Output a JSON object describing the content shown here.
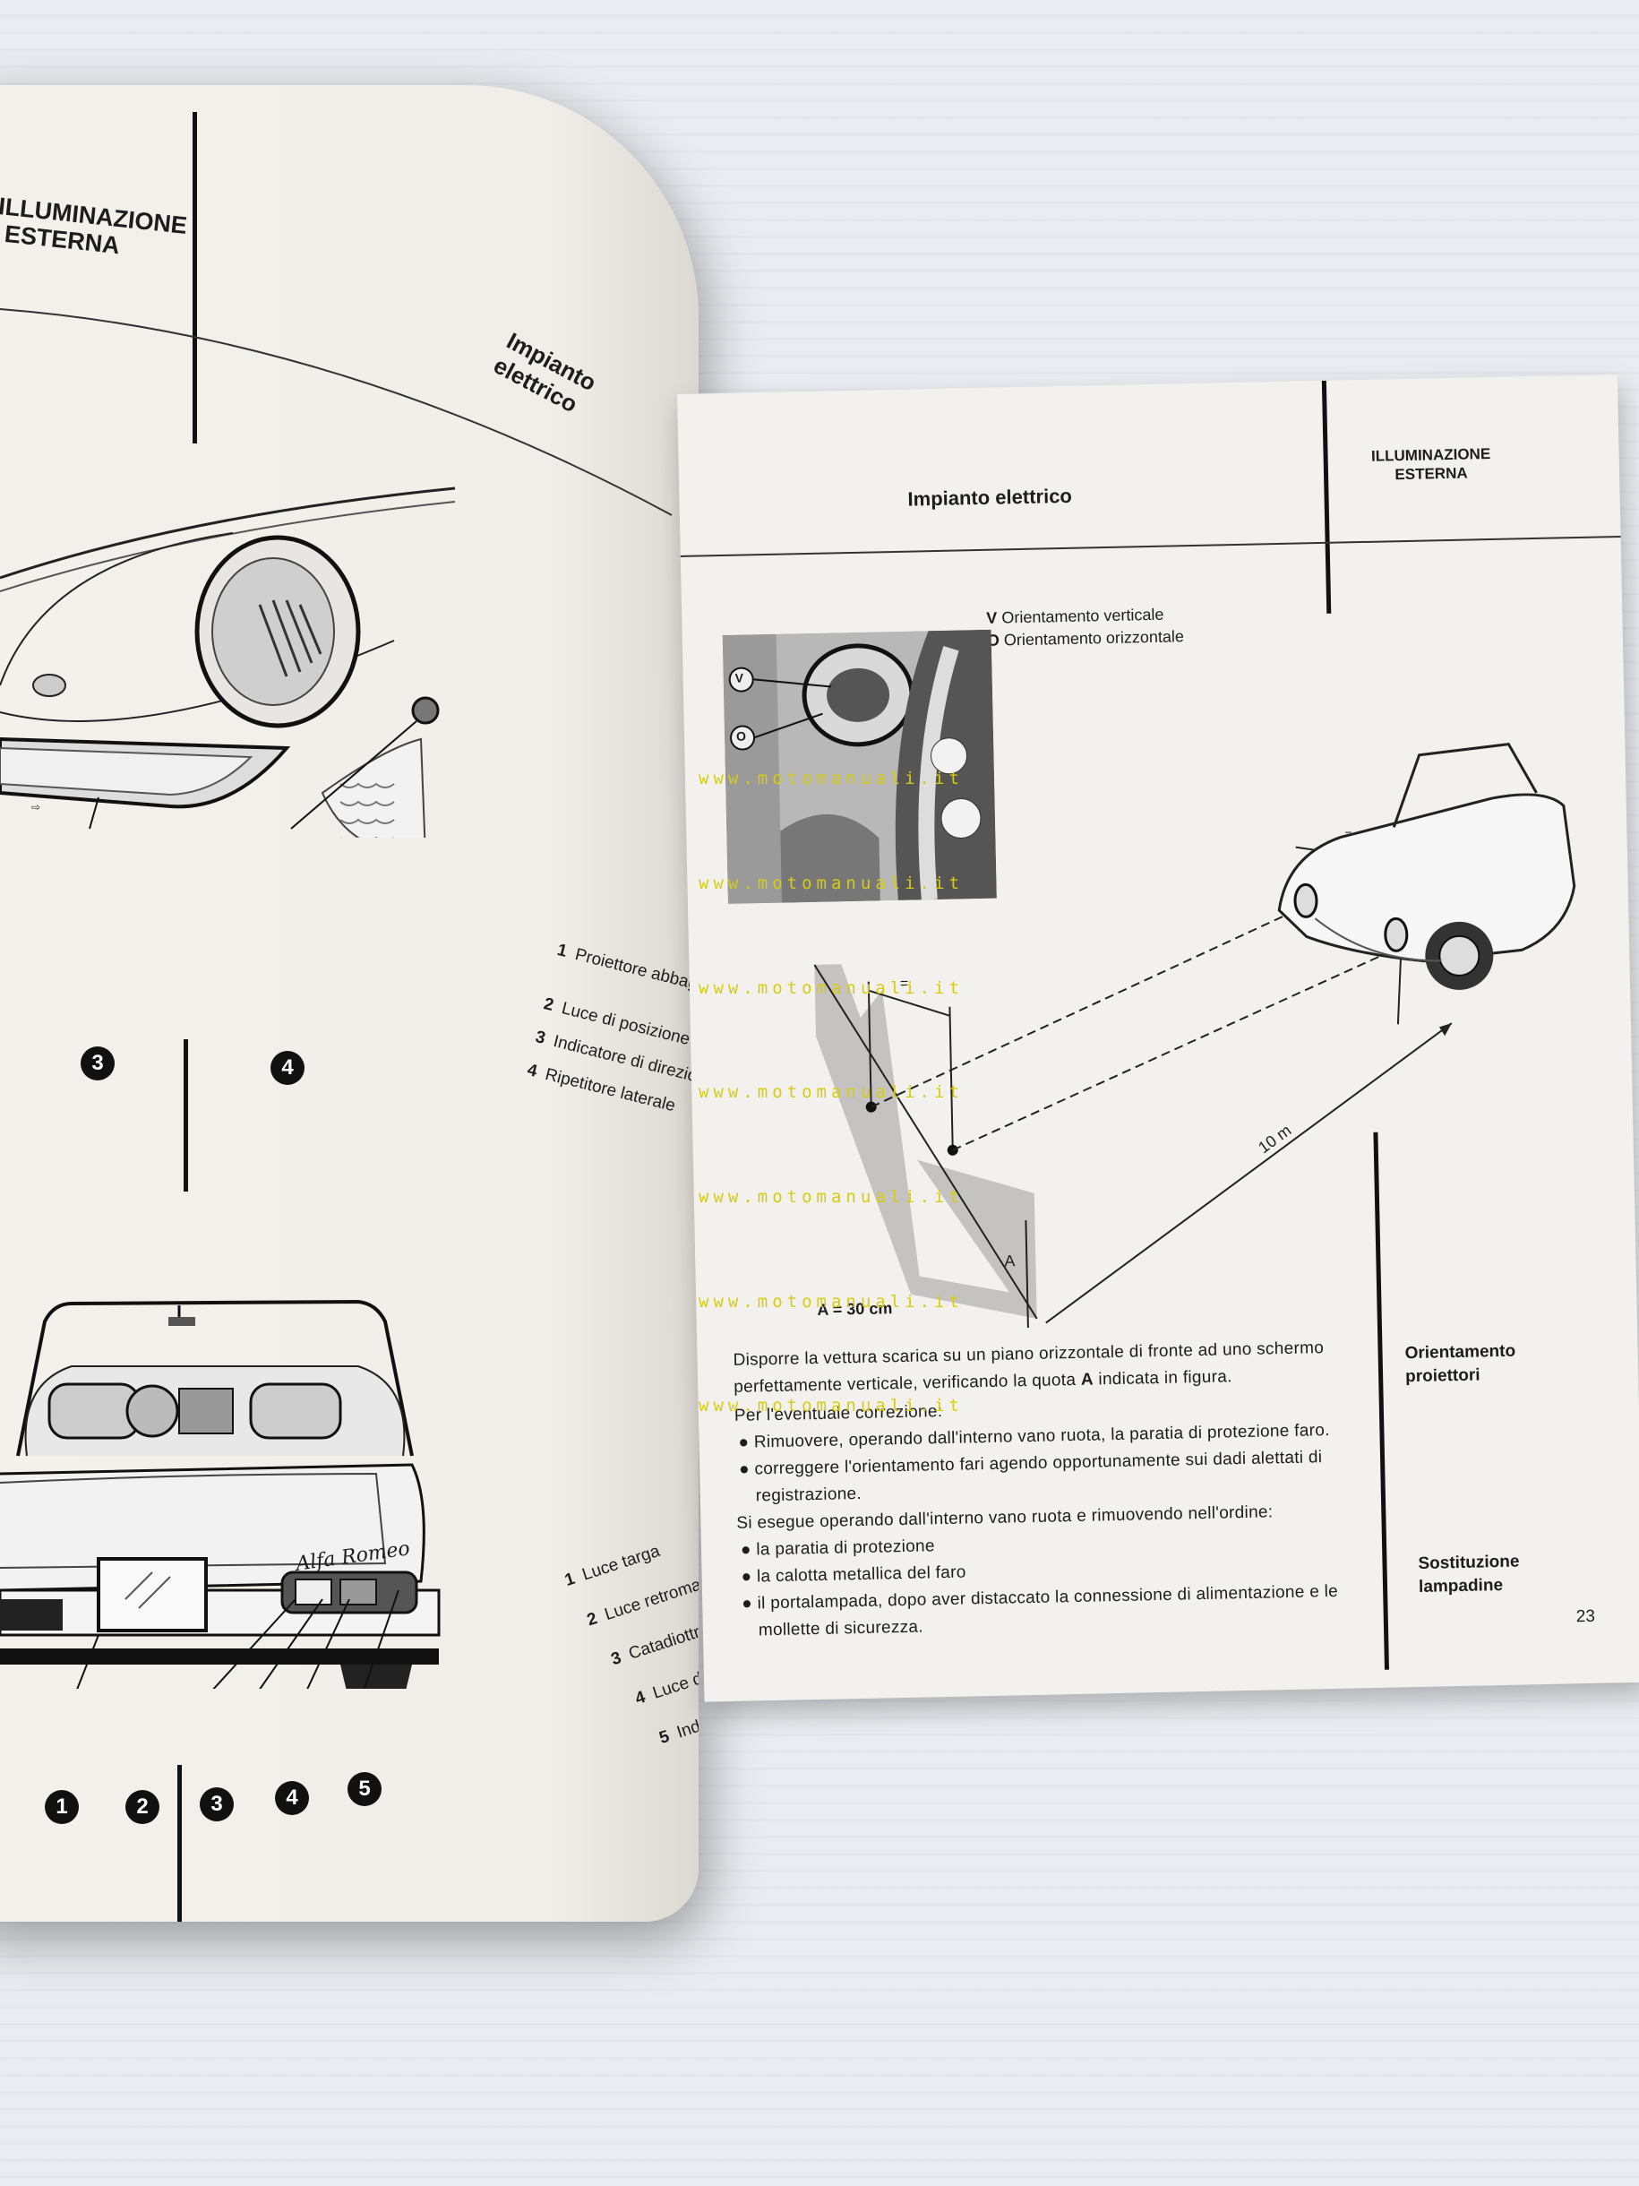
{
  "left_page": {
    "section_title": [
      "ILLUMINAZIONE",
      "ESTERNA"
    ],
    "header": "Impianto elettrico",
    "front_legend": [
      {
        "num": "1",
        "label": "Proiettore abbagliante - anabbagliante"
      },
      {
        "num": "2",
        "label": "Luce di posizione"
      },
      {
        "num": "3",
        "label": "Indicatore di direzione"
      },
      {
        "num": "4",
        "label": "Ripetitore laterale"
      }
    ],
    "front_callouts": [
      "3",
      "4"
    ],
    "rear_legend": [
      {
        "num": "1",
        "label": "Luce targa"
      },
      {
        "num": "2",
        "label": "Luce retromarcia"
      },
      {
        "num": "3",
        "label": "Catadiottro"
      },
      {
        "num": "4",
        "label": "Luce di posizione e stop"
      },
      {
        "num": "5",
        "label": "Indicatore di direzione"
      }
    ],
    "rear_callouts": [
      "1",
      "2",
      "3",
      "4",
      "5"
    ],
    "car_badge": "Alfa Romeo"
  },
  "right_page": {
    "header": "Impianto elettrico",
    "section_title": [
      "ILLUMINAZIONE",
      "ESTERNA"
    ],
    "figure_legend": [
      {
        "key": "V",
        "label": "Orientamento verticale"
      },
      {
        "key": "O",
        "label": "Orientamento orizzontale"
      }
    ],
    "figure_labels": {
      "v": "V",
      "o": "O",
      "a": "A",
      "distance": "10 m",
      "equal": "="
    },
    "a_value": {
      "key": "A",
      "text": "= 30 cm"
    },
    "paragraph1_pre": "Disporre la vettura scarica su un piano orizzontale di fronte ad uno schermo perfettamente verticale, verificando la quota ",
    "paragraph1_bold": "A",
    "paragraph1_post": " indicata in figura.",
    "correction_intro": "Per l'eventuale correzione:",
    "correction_items": [
      "Rimuovere, operando dall'interno vano ruota, la paratia di protezione faro.",
      "correggere l'orientamento fari agendo opportunamente sui dadi alettati di registrazione."
    ],
    "replacement_intro": "Si esegue operando dall'interno vano ruota e rimuovendo nell'ordine:",
    "replacement_items": [
      "la paratia di protezione",
      "la calotta metallica del faro",
      "il portalampada, dopo aver distaccato la connessione di alimentazione e le mollette di sicurezza."
    ],
    "side_orientamento": [
      "Orientamento",
      "proiettori"
    ],
    "side_sostituzione": [
      "Sostituzione",
      "lampadine"
    ],
    "page_number": "23"
  },
  "watermark": "www.motomanuali.it"
}
